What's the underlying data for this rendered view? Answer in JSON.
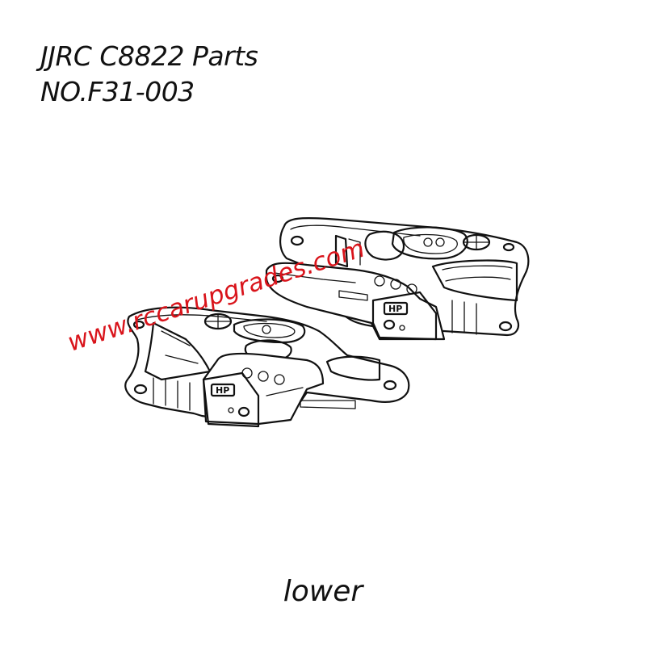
{
  "header": {
    "title": "JJRC C8822 Parts",
    "part_number": "NO.F31-003"
  },
  "diagram": {
    "description": "Lower suspension arms (pair) line drawing",
    "badge_text": "HP",
    "colors": {
      "line": "#111111",
      "background": "#ffffff"
    }
  },
  "watermark": {
    "text": "www.rccarupgrades.com",
    "color": "#d9141b"
  },
  "caption": {
    "text": "lower"
  }
}
